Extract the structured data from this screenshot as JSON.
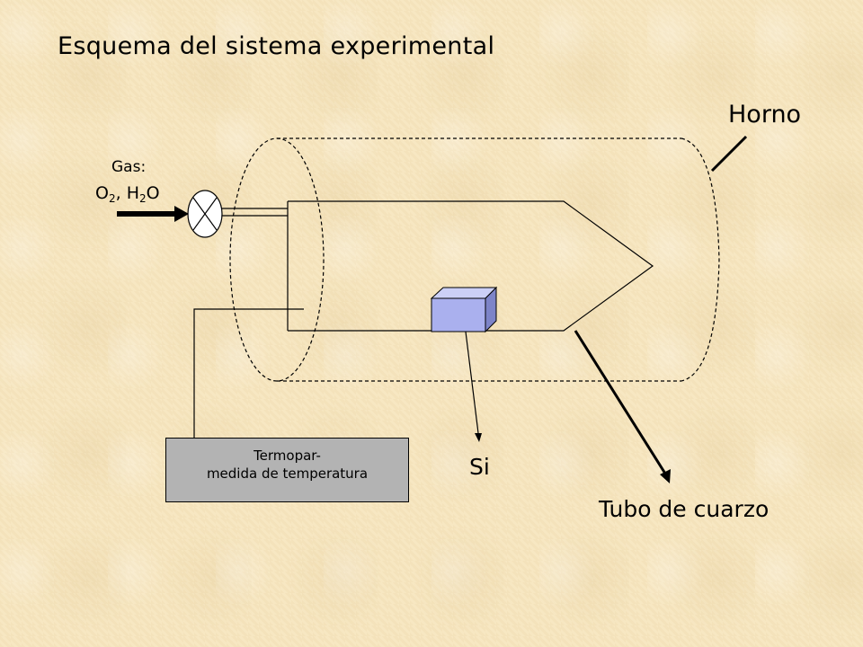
{
  "title": "Esquema del sistema experimental",
  "labels": {
    "furnace": "Horno",
    "quartz_tube": "Tubo de cuarzo",
    "sample": "Si",
    "gas_title": "Gas:",
    "gas_o": "O",
    "gas_o_sub": "2",
    "gas_sep": ", H",
    "gas_h_sub": "2",
    "gas_end": "O",
    "thermocouple_line1": "Termopar-",
    "thermocouple_line2": "medida de temperatura"
  },
  "colors": {
    "sample_face": "#aab0ee",
    "sample_top": "#ccd0f6",
    "sample_side": "#7d84c8",
    "thermocouple_box": "#b3b3b3"
  }
}
